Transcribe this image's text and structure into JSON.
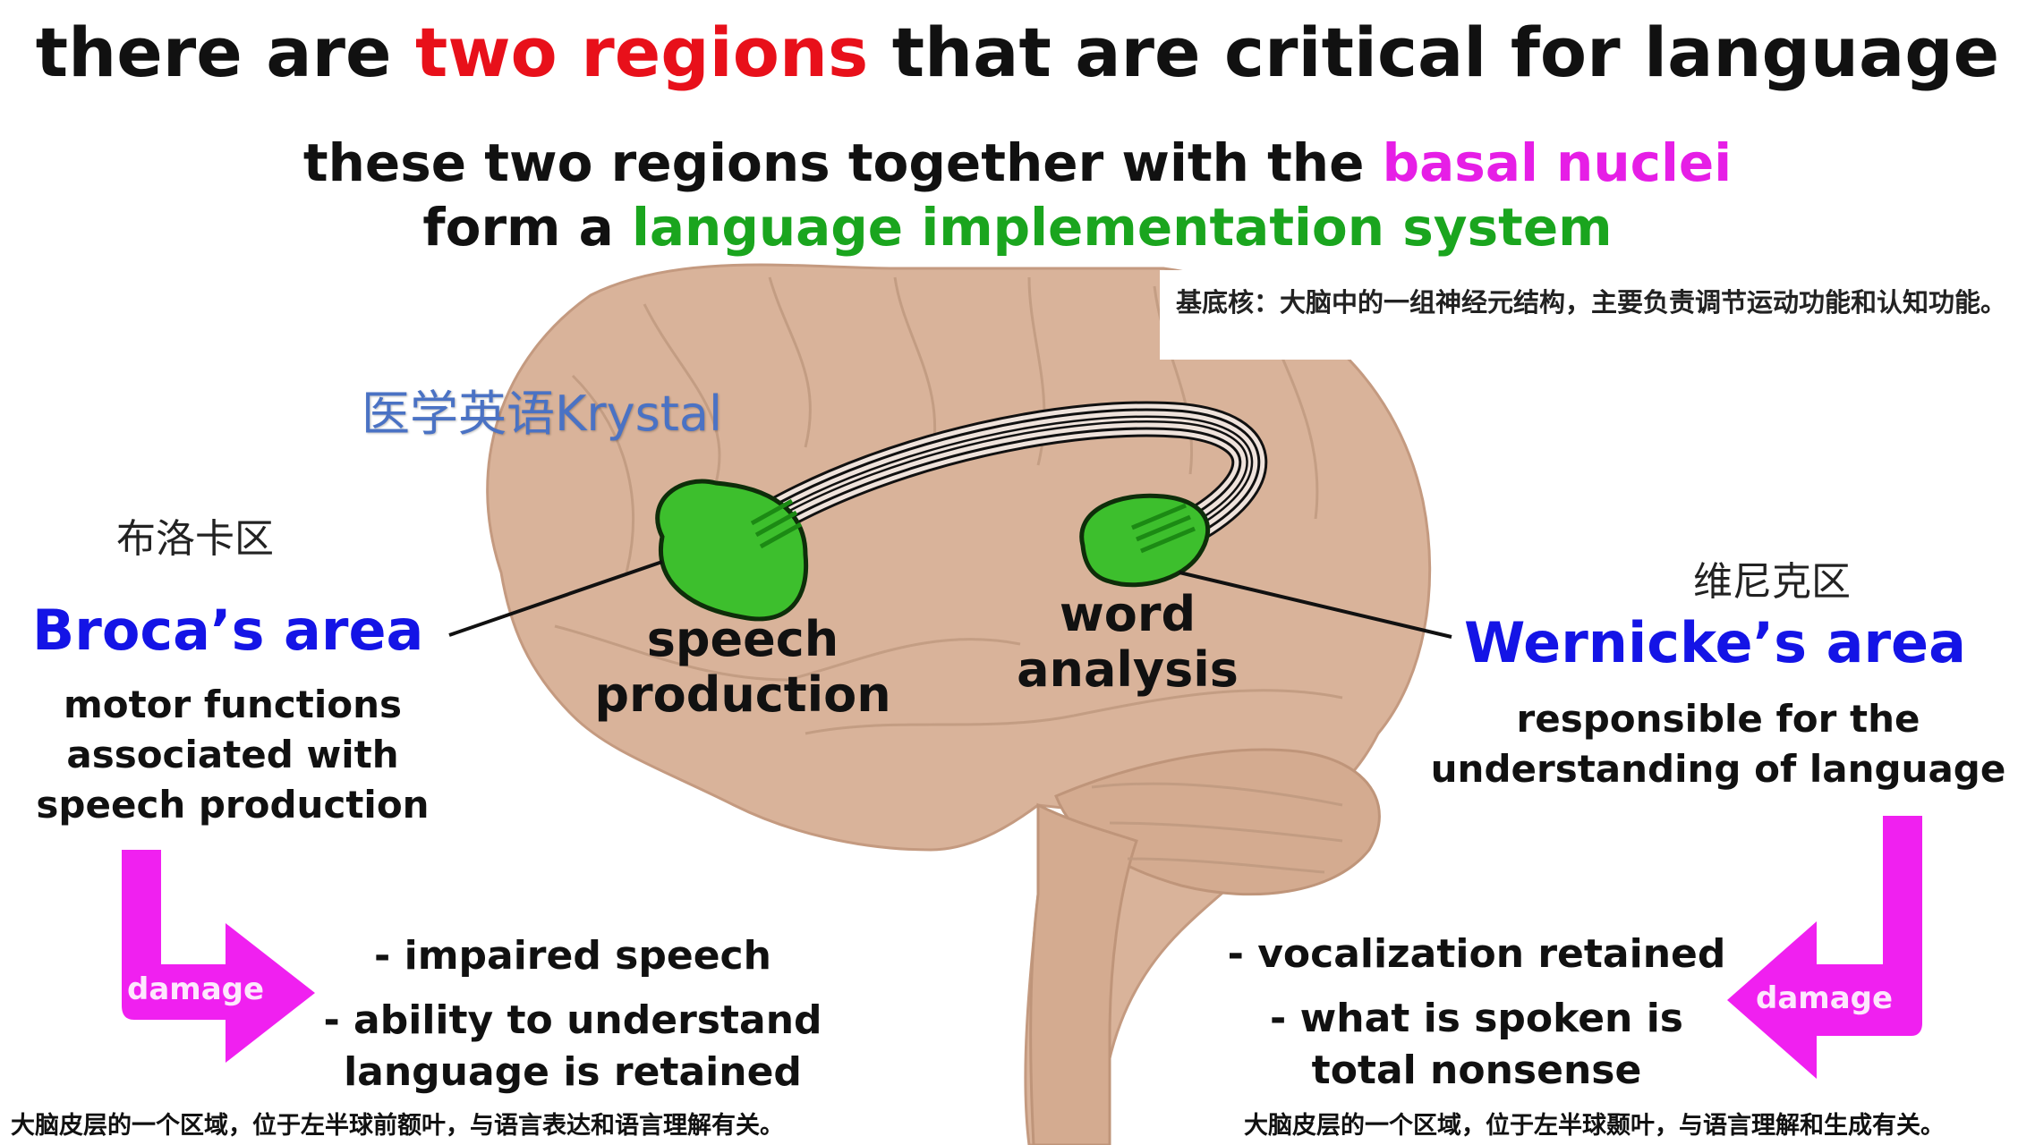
{
  "header": {
    "title_part1": "there are ",
    "title_highlight": "two regions",
    "title_part2": " that are critical for language",
    "subtitle_line1_part1": "these two regions together with the ",
    "subtitle_line1_highlight": "basal nuclei",
    "subtitle_line2_part1": "form a ",
    "subtitle_line2_highlight": "language implementation system"
  },
  "colors": {
    "title_highlight": "#e8101a",
    "basal_nuclei": "#e61ee6",
    "language_system": "#1aa51e",
    "area_title": "#1414e6",
    "damage_arrow": "#f020f0",
    "region_fill": "#3dbf2d",
    "brain": "#d9b39a",
    "watermark": "#4a72c4"
  },
  "annotation": {
    "basal_nuclei_note": "基底核：大脑中的一组神经元结构，主要负责调节运动功能和认知功能。"
  },
  "watermark": "医学英语Krystal",
  "brain": {
    "region_left_label_line1": "speech",
    "region_left_label_line2": "production",
    "region_right_label_line1": "word",
    "region_right_label_line2": "analysis"
  },
  "broca": {
    "cn_name": "布洛卡区",
    "name": "Broca’s area",
    "description": [
      "motor functions",
      "associated with",
      "speech production"
    ],
    "damage_label": "damage",
    "effects": [
      "- impaired speech",
      "- ability to understand",
      "language is retained"
    ],
    "cn_footnote": "大脑皮层的一个区域，位于左半球前额叶，与语言表达和语言理解有关。"
  },
  "wernicke": {
    "cn_name": "维尼克区",
    "name": "Wernicke’s area",
    "description": [
      "responsible for the",
      "understanding of language"
    ],
    "damage_label": "damage",
    "effects": [
      "- vocalization retained",
      "- what is spoken is",
      "total nonsense"
    ],
    "cn_footnote": "大脑皮层的一个区域，位于左半球颞叶，与语言理解和生成有关。"
  }
}
